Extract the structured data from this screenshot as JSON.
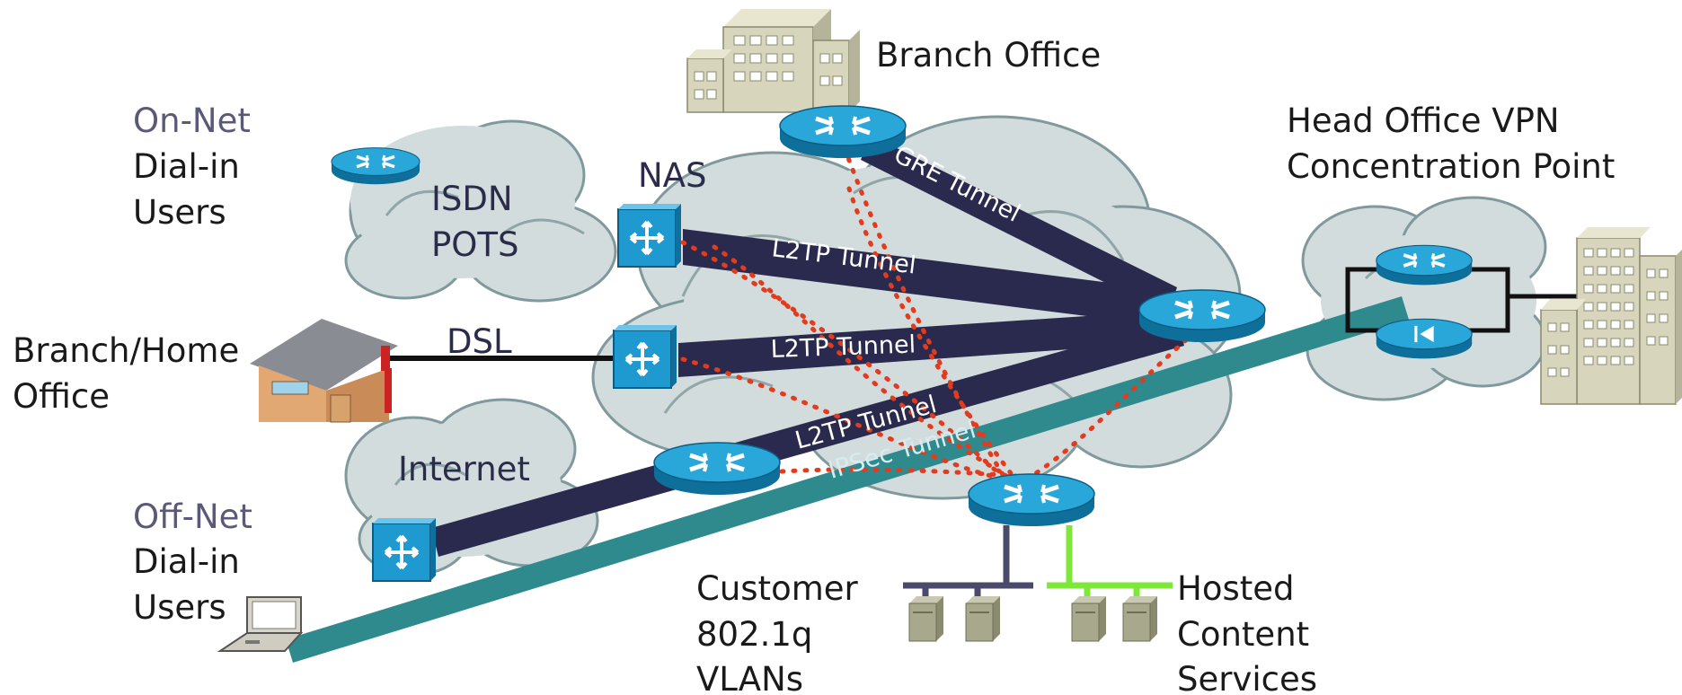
{
  "labels": {
    "branch_office": "Branch Office",
    "head_office_line1": "Head Office VPN",
    "head_office_line2": "Concentration Point",
    "on_net": "On-Net",
    "on_net_dial_in": "Dial-in",
    "on_net_users": "Users",
    "isdn": "ISDN",
    "pots": "POTS",
    "nas": "NAS",
    "branch_home_line1": "Branch/Home",
    "branch_home_line2": "Office",
    "dsl": "DSL",
    "internet": "Internet",
    "off_net": "Off-Net",
    "off_net_dial_in": "Dial-in",
    "off_net_users": "Users",
    "customer_line1": "Customer",
    "customer_line2": "802.1q",
    "customer_line3": "VLANs",
    "hosted_line1": "Hosted",
    "hosted_line2": "Content",
    "hosted_line3": "Services"
  },
  "tunnels": {
    "gre": "GRE Tunnel",
    "l2tp_top": "L2TP Tunnel",
    "l2tp_mid": "L2TP Tunnel",
    "l2tp_low": "L2TP Tunnel",
    "ipsec": "IPSec Tunnel"
  },
  "icons": [
    "router-icon",
    "switch-icon",
    "building-icon",
    "house-icon",
    "laptop-icon",
    "server-icon",
    "firewall-icon"
  ],
  "colors": {
    "tunnel": "#2a2a4e",
    "ipsec": "#2f8a8e",
    "cloud": "#d3dcdd",
    "cloud_edge": "#7f999c",
    "router": "#1d9bcf",
    "dotted": "#e23b1e",
    "vlan_customer": "#4a4a6a",
    "vlan_hosted": "#7ee83a"
  }
}
